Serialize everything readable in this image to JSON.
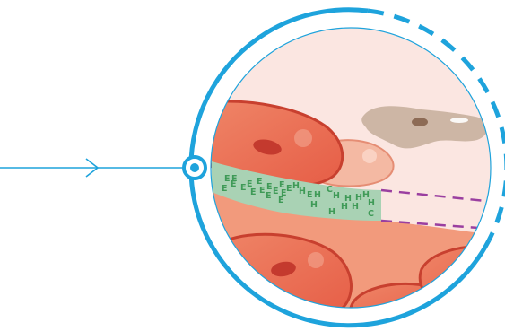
{
  "colors": {
    "accent_blue": "#1ea3dc",
    "background_pink": "#fbe6e1",
    "tissue_orange": "#f29a7c",
    "cell_red": "#e9684f",
    "cell_outline": "#c8402f",
    "nucleus": "#c43a2e",
    "pale_cell": "#f4b9a3",
    "green_band": "#a9d2b4",
    "letter_green": "#3f9a57",
    "dashed_purple": "#9a3fa0",
    "brown_cell": "#cdb6a5"
  },
  "icons": {
    "pointer": "arrow-right-icon",
    "anchor": "target-dot-icon"
  },
  "band_letters": [
    "E",
    "E",
    "E",
    "E",
    "E",
    "E",
    "E",
    "E",
    "E",
    "E",
    "E",
    "E",
    "E",
    "E",
    "E",
    "E",
    "H",
    "H",
    "E",
    "H",
    "C",
    "H",
    "H",
    "H",
    "H",
    "H",
    "H",
    "H",
    "H",
    "H",
    "C"
  ]
}
